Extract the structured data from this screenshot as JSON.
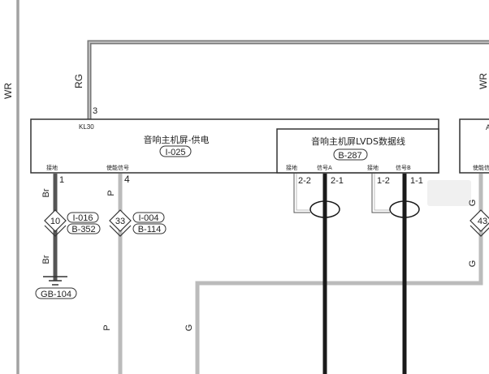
{
  "diagram": {
    "type": "wiring-diagram",
    "wires": {
      "wr_left": {
        "color_code": "WR"
      },
      "rg_top": {
        "color_code": "RG",
        "pin": "3",
        "terminal": "KL30"
      },
      "wr_right": {
        "color_code": "WR"
      },
      "br_ground": {
        "color_code": "Br",
        "pin": "1",
        "splice": "10",
        "connectors": [
          "I-016",
          "B-352"
        ],
        "ground": "GB-104"
      },
      "p_enable": {
        "color_code": "P",
        "pin": "4",
        "splice": "33",
        "connectors": [
          "I-004",
          "B-114"
        ]
      },
      "g_right": {
        "color_code": "G",
        "splice": "43"
      }
    },
    "power_box": {
      "title": "音响主机屏-供电",
      "connector": "I-025",
      "terminal_top": "KL30",
      "pin_labels": [
        "接地",
        "使能信号"
      ]
    },
    "lvds_box": {
      "title": "音响主机屏LVDS数据线",
      "connector": "B-287",
      "pin_labels": [
        "接地",
        "信号A",
        "接地",
        "信号B"
      ],
      "pins": [
        "2-2",
        "2-1",
        "1-2",
        "1-1"
      ]
    },
    "right_box": {
      "title_partial": "A",
      "pin_label_partial": "使能信"
    }
  }
}
